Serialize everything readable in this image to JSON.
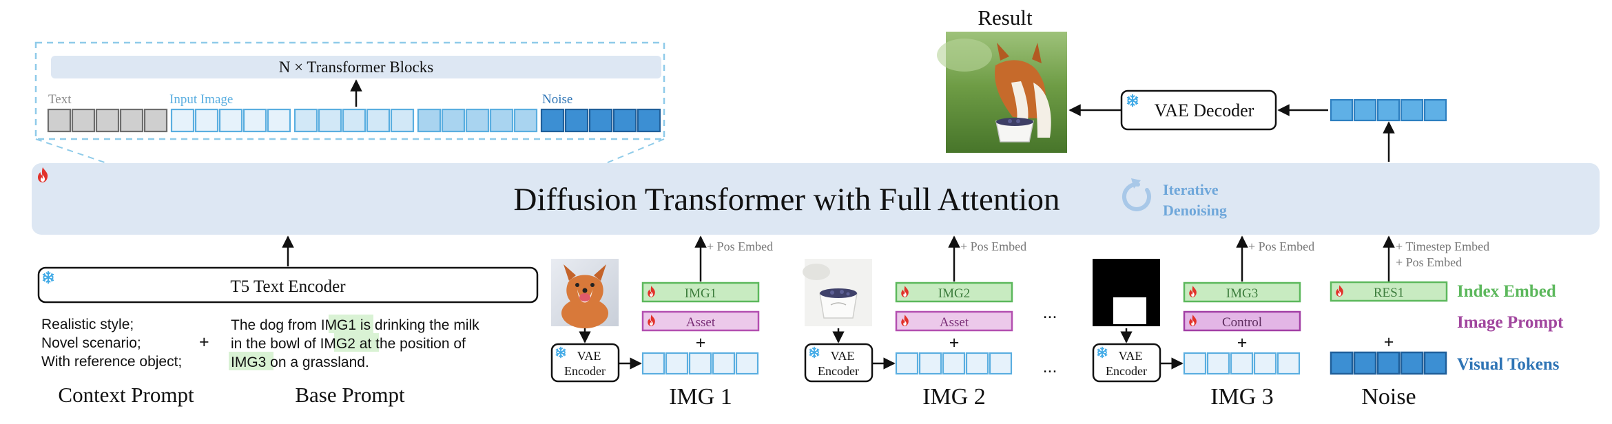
{
  "zoom": {
    "blocks_label": "N × Transformer Blocks",
    "text_label": "Text",
    "input_image_label": "Input Image",
    "noise_label": "Noise"
  },
  "dit": {
    "title": "Diffusion Transformer with Full Attention",
    "iterative_line1": "Iterative",
    "iterative_line2": "Denoising"
  },
  "result": {
    "label": "Result"
  },
  "vae_decoder": {
    "label": "VAE Decoder"
  },
  "t5": {
    "label": "T5 Text Encoder"
  },
  "context_prompt": {
    "lines": [
      "Realistic style;",
      "Novel scenario;",
      "With reference object;"
    ],
    "plus": "+",
    "caption": "Context Prompt"
  },
  "base_prompt": {
    "caption": "Base Prompt",
    "line1": {
      "pre": "The dog from ",
      "tag": "IMG1",
      "post": " is drinking the milk"
    },
    "line2": {
      "pre": "in the bowl of ",
      "tag": "IMG2",
      "post": " at the position of"
    },
    "line3": {
      "tag": "IMG3",
      "post": " on a grassland."
    }
  },
  "inputs": [
    {
      "index_label": "IMG1",
      "prompt_label": "Asset",
      "caption": "IMG 1"
    },
    {
      "index_label": "IMG2",
      "prompt_label": "Asset",
      "caption": "IMG 2"
    },
    {
      "index_label": "IMG3",
      "prompt_label": "Control",
      "caption": "IMG 3"
    }
  ],
  "vae_encoder": {
    "line1": "VAE",
    "line2": "Encoder"
  },
  "pos_embed": "+ Pos Embed",
  "timestep_embed": "+ Timestep Embed",
  "noise_input": {
    "index_label": "RES1",
    "caption": "Noise"
  },
  "plus": "+",
  "ellipsis": "...",
  "legend": {
    "index_embed": "Index Embed",
    "image_prompt": "Image Prompt",
    "visual_tokens": "Visual Tokens"
  },
  "colors": {
    "dit_fill": "#dde7f3",
    "token_light": "#e6f2fb",
    "token_mid": "#a9d4f0",
    "token_dark": "#3c8fd3",
    "token_gray": "#cfcfcf",
    "index_green": "#c8ebc1",
    "prompt_purple": "#ecc9ea",
    "highlight": "#d9f2d4",
    "legend_green": "#5cb85c",
    "legend_purple": "#a1469e",
    "legend_blue": "#2e74b5",
    "flame": "#e2322b",
    "snowflake": "#3fa9e6"
  }
}
